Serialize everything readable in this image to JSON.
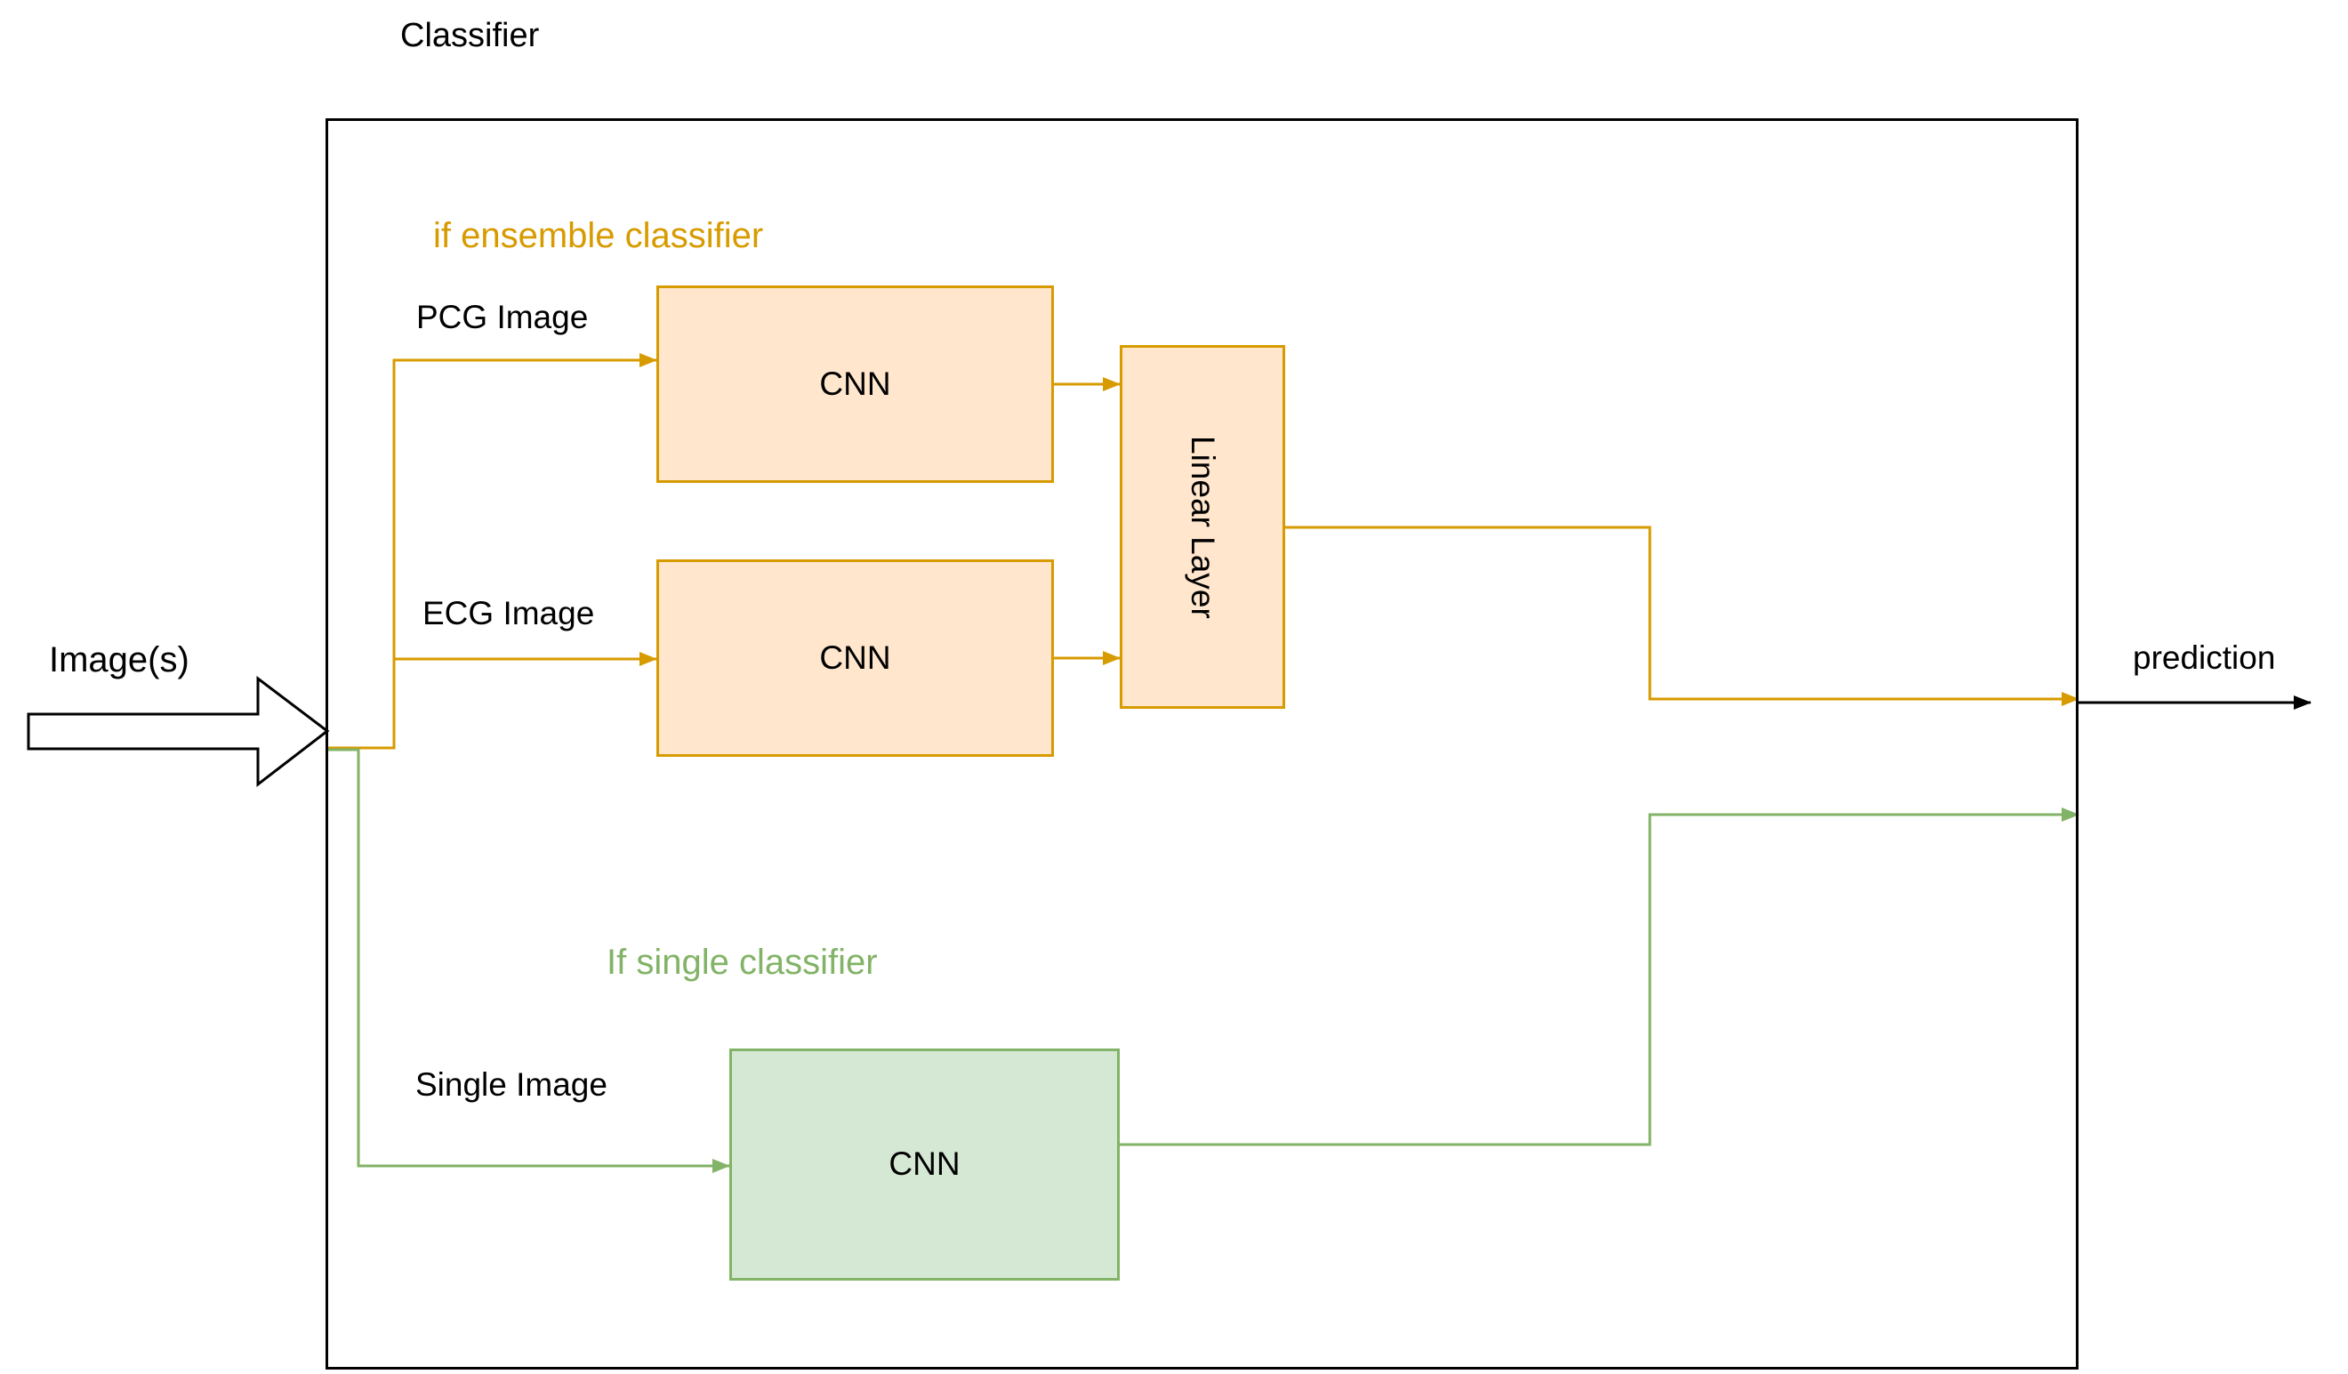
{
  "diagram": {
    "title": "Classifier",
    "input_label": "Image(s)",
    "output_label": "prediction",
    "ensemble_branch": {
      "condition_label": "if ensemble classifier",
      "pcg_edge_label": "PCG Image",
      "ecg_edge_label": "ECG Image",
      "cnn_pcg_label": "CNN",
      "cnn_ecg_label": "CNN",
      "linear_layer_label": "Linear Layer"
    },
    "single_branch": {
      "condition_label": "If single classifier",
      "single_edge_label": "Single Image",
      "cnn_label": "CNN"
    },
    "colors": {
      "ensemble_stroke": "#d79b00",
      "ensemble_fill": "#ffe6cc",
      "single_stroke": "#82b366",
      "single_fill": "#d5e8d4",
      "neutral_stroke": "#000000",
      "background": "#ffffff"
    }
  }
}
